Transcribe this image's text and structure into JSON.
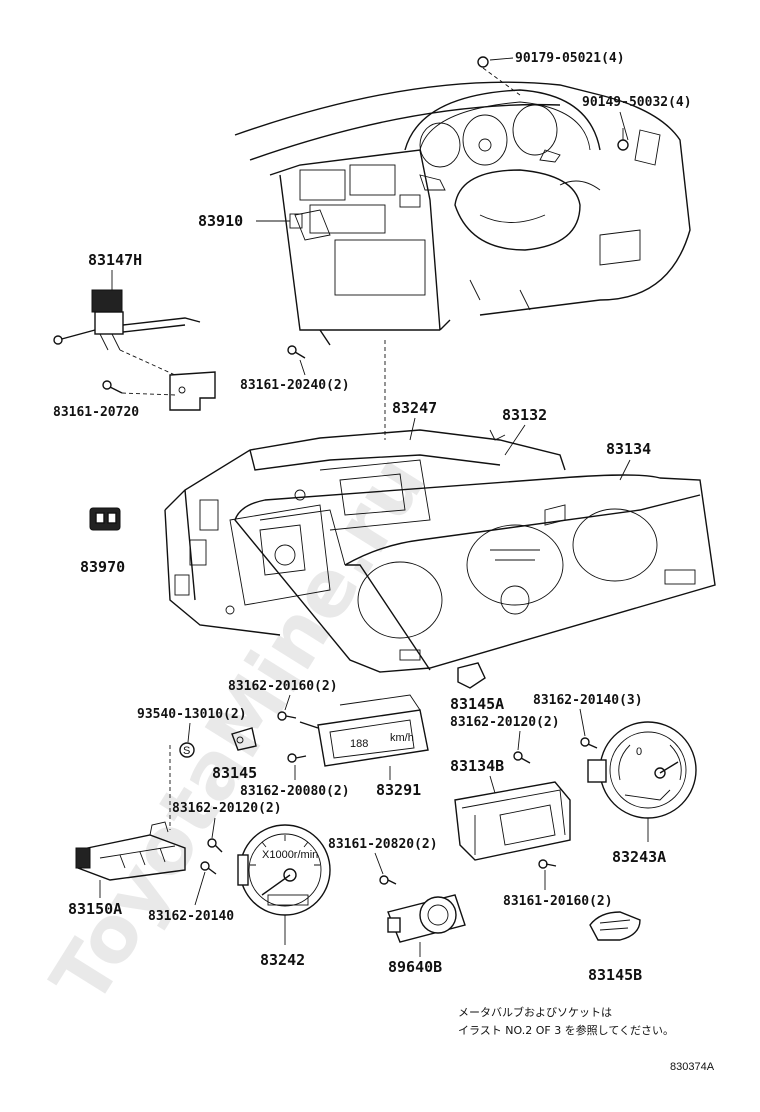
{
  "watermark": "ToyotaMine.ru",
  "parts": {
    "p90179": "90179-05021(4)",
    "p90149": "90149-50032(4)",
    "p83910": "83910",
    "p83147H": "83147H",
    "p83161_20240": "83161-20240(2)",
    "p83161_20720": "83161-20720",
    "p83247": "83247",
    "p83132": "83132",
    "p83134": "83134",
    "p83970": "83970",
    "p83162_20160": "83162-20160(2)",
    "p93540": "93540-13010(2)",
    "p83145A": "83145A",
    "p83162_20140_3": "83162-20140(3)",
    "p83162_20120_2a": "83162-20120(2)",
    "p83145": "83145",
    "p83134B": "83134B",
    "p83162_20080": "83162-20080(2)",
    "p83291": "83291",
    "p83162_20120_2b": "83162-20120(2)",
    "p83161_20820": "83161-20820(2)",
    "p83243A": "83243A",
    "p83150A": "83150A",
    "p83162_20140": "83162-20140",
    "p83161_20160": "83161-20160(2)",
    "p83242": "83242",
    "p89640B": "89640B",
    "p83145B": "83145B"
  },
  "note_line1": "メータバルブおよびソケットは",
  "note_line2": "イラスト NO.2 OF 3 を参照してください。",
  "ref_code": "830374A",
  "icons": [
    "washer-symbol-s",
    "screw",
    "bolt"
  ]
}
